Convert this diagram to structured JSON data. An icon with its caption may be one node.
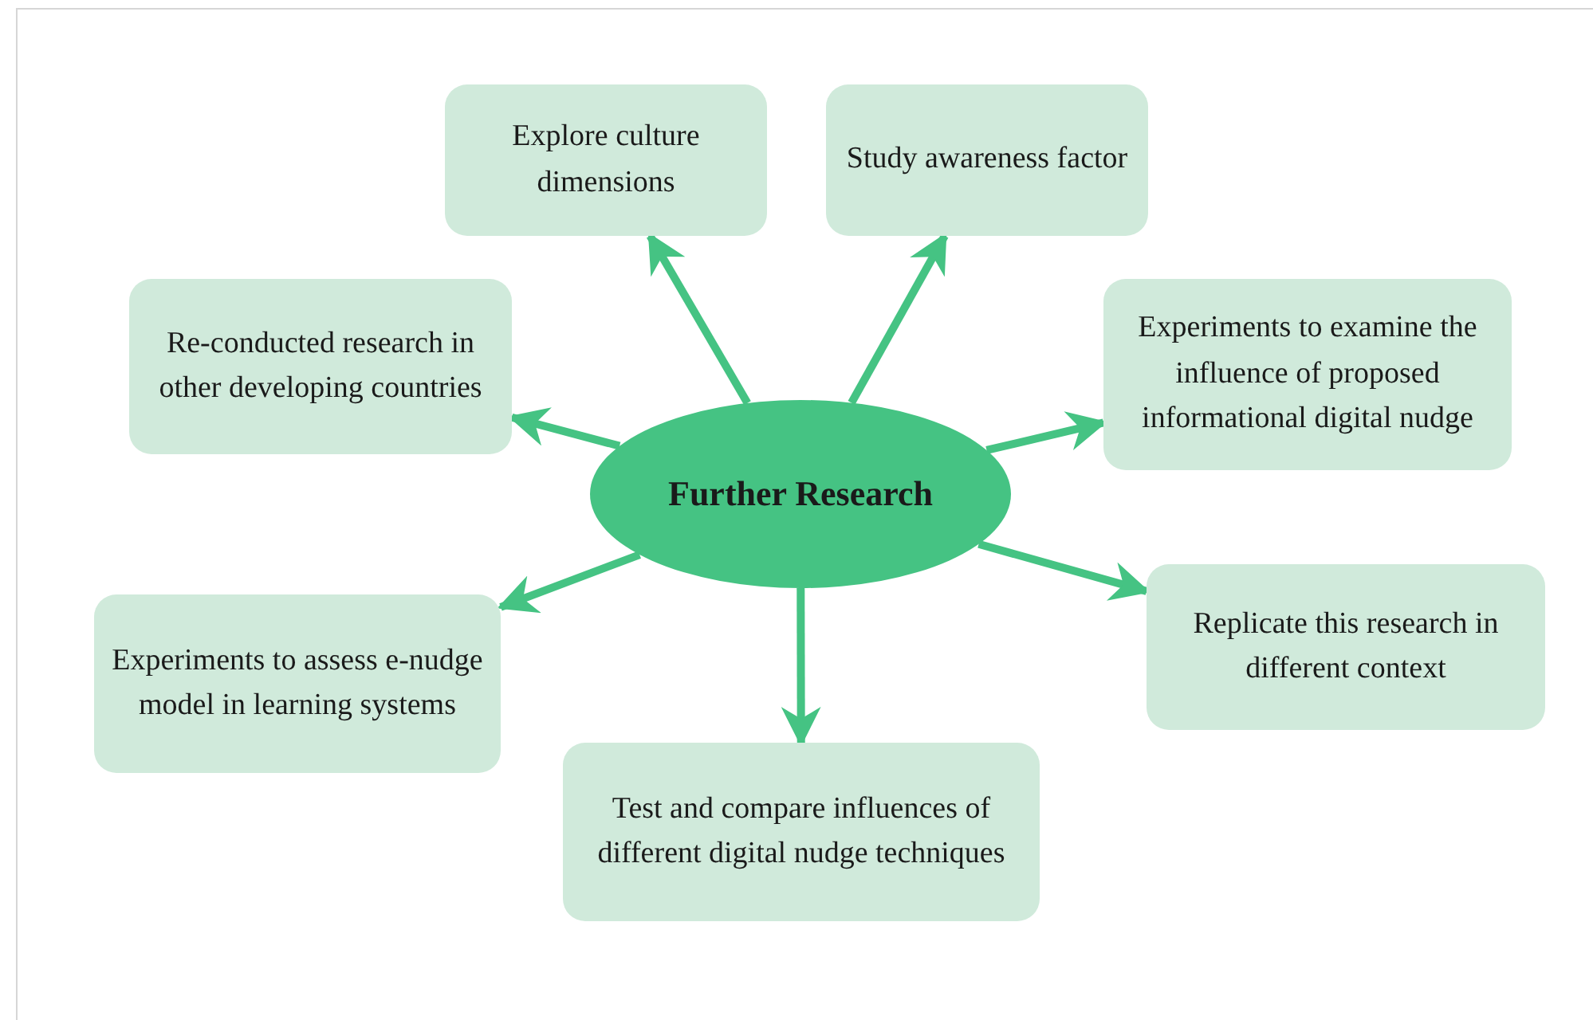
{
  "diagram": {
    "nodes": [
      {
        "text": [
          "Explore culture dimensions"
        ]
      },
      {
        "text": [
          "Study awareness factor"
        ]
      },
      {
        "text": [
          "Re-conducted research in other developing countries"
        ]
      },
      {
        "text": [
          "Experiments to examine the influence of proposed informational digital nudge"
        ]
      },
      {
        "text": [
          "Further Research"
        ]
      },
      {
        "text": [
          "Replicate this research in different context"
        ]
      },
      {
        "text": [
          "Experiments to assess e-nudge model in learning systems"
        ]
      },
      {
        "text": [
          "Test and compare influences of different digital nudge techniques"
        ]
      }
    ],
    "edges": [
      {
        "from": 4,
        "to": 0,
        "arrow": "to"
      },
      {
        "from": 4,
        "to": 1,
        "arrow": "to"
      },
      {
        "from": 4,
        "to": 2,
        "arrow": "to"
      },
      {
        "from": 4,
        "to": 3,
        "arrow": "to"
      },
      {
        "from": 4,
        "to": 5,
        "arrow": "to"
      },
      {
        "from": 4,
        "to": 6,
        "arrow": "to"
      },
      {
        "from": 4,
        "to": 7,
        "arrow": "to"
      }
    ]
  }
}
